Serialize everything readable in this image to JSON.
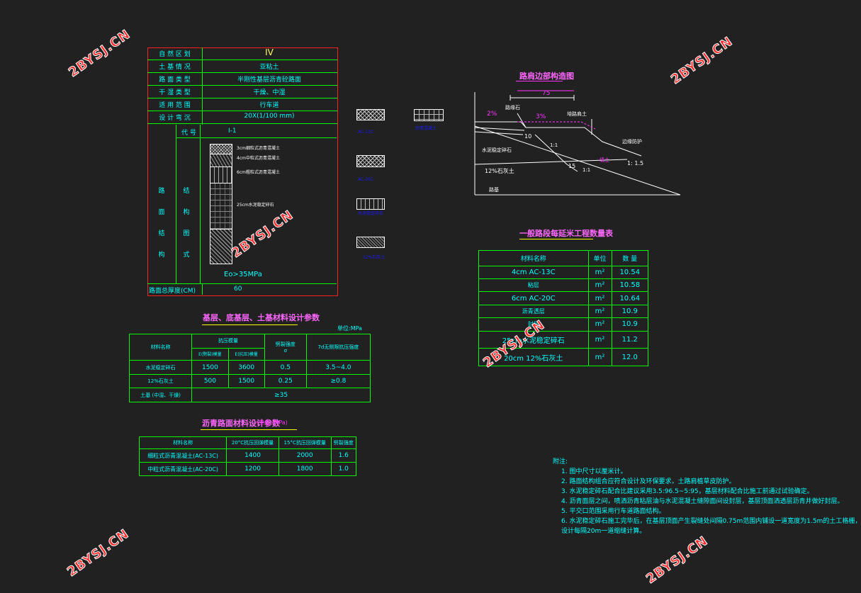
{
  "structure_table": {
    "rows": [
      {
        "label": "自 然 区 划",
        "value": "IV"
      },
      {
        "label": "土 基 情 况",
        "value": "亚粘土"
      },
      {
        "label": "路 面 类 型",
        "value": "半刚性基层沥青砼路面"
      },
      {
        "label": "干 湿 类 型",
        "value": "干燥、中湿"
      },
      {
        "label": "适 用 范 围",
        "value": "行车道"
      },
      {
        "label": "设 计 弯 沉",
        "value": "20X(1/100 mm)"
      }
    ],
    "side_label": "路 面 结 构",
    "inner_label": "结 构 图 式",
    "code_label": "代 号",
    "code_value": "I-1",
    "layers": [
      "3cm细粒式沥青混凝土",
      "4cm中粒式沥青混凝土",
      "6cm粗粒式沥青混凝土",
      "25cm水泥稳定碎石"
    ],
    "ep": "Eo>35MPa",
    "total_label": "路面总厚度(CM)",
    "total_value": "60"
  },
  "legend": [
    {
      "label": "AC-13C"
    },
    {
      "label": "AC-20C"
    },
    {
      "label": "水泥稳定碎石"
    },
    {
      "label": "12%石灰土"
    },
    {
      "label": "沥青混凝土"
    }
  ],
  "section": {
    "title": "路肩边部构造图",
    "dim_75": "75",
    "dim_10": "10",
    "dim_15": "15",
    "pct_2": "2%",
    "pct_3": "3%",
    "slope_1_1a": "1:1",
    "slope_1_1b": "1:1",
    "slope_1_15": "1: 1.5",
    "lbl_curb": "路缘石",
    "lbl_shoulder": "培路肩土",
    "lbl_edge": "边缘防护",
    "lbl_base": "水泥稳定碎石",
    "lbl_lime": "12%石灰土",
    "lbl_subgrade": "路基",
    "lbl_fill": "填土"
  },
  "quantity_table": {
    "title": "一般路段每延米工程数量表",
    "headers": [
      "材料名称",
      "单位",
      "数 量"
    ],
    "rows": [
      [
        "4cm AC-13C",
        "m²",
        "10.54"
      ],
      [
        "粘层",
        "m²",
        "10.58"
      ],
      [
        "6cm AC-20C",
        "m²",
        "10.64"
      ],
      [
        "沥青透层",
        "m²",
        "10.9"
      ],
      [
        "封层",
        "m²",
        "10.9"
      ],
      [
        "25cm水泥稳定碎石",
        "m²",
        "11.2"
      ],
      [
        "20cm 12%石灰土",
        "m²",
        "12.0"
      ]
    ]
  },
  "base_params": {
    "title": "基层、底基层、土基材料设计参数",
    "unit": "单位:MPa",
    "headers": {
      "name": "材料名称",
      "modulus": "抗压模量",
      "mod1": "E(劈裂)模量",
      "mod2": "E(抗压)模量",
      "strength": "劈裂强度",
      "strength2": "σ",
      "cure": "7d无侧限抗压强度"
    },
    "rows": [
      [
        "水泥稳定碎石",
        "1500",
        "3600",
        "0.5",
        "3.5~4.0"
      ],
      [
        "12%石灰土",
        "500",
        "1500",
        "0.25",
        "≥0.8"
      ]
    ],
    "soil_row": [
      "土基 (中湿、干燥)",
      "≥35"
    ]
  },
  "asphalt_params": {
    "title": "沥青路面材料设计参数",
    "unit": "(单位: MPa)",
    "headers": [
      "材料名称",
      "20°C抗压回弹模量",
      "15°C抗压回弹模量",
      "劈裂强度"
    ],
    "rows": [
      [
        "细粒式沥青混凝土(AC-13C)",
        "1400",
        "2000",
        "1.6"
      ],
      [
        "中粒式沥青混凝土(AC-20C)",
        "1200",
        "1800",
        "1.0"
      ]
    ]
  },
  "notes": {
    "title": "附注:",
    "items": [
      "1. 图中尺寸以厘米计。",
      "2. 路面结构组合应符合设计及环保要求，土路肩植草皮防护。",
      "3. 水泥稳定碎石配合比建议采用3.5:96.5~5:95，基层材料配合比施工前通过试验确定。",
      "4. 沥青面层之间，喷洒沥青粘层油与水泥混凝土缝隙面间设封层，基层顶面洒透层沥青并做好封层。",
      "5. 平交口范围采用行车道路面结构。",
      "6. 水泥稳定碎石施工完毕后，在基层顶面产生裂缝处间隔0.75m范围内铺设一道宽度为1.5m的土工格栅，",
      "   设计每隔20m一道缩缝计算。"
    ]
  },
  "watermark": "2BYSJ.CN"
}
